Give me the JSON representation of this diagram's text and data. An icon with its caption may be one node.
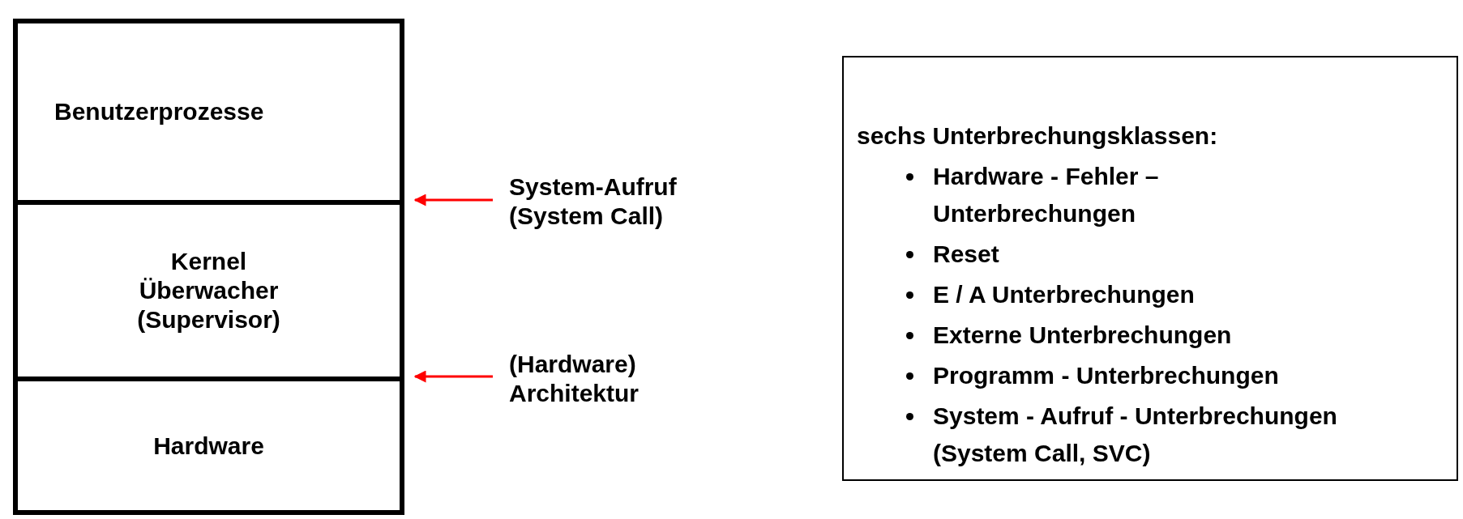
{
  "diagram": {
    "nodes": [
      {
        "text": [
          "Benutzerprozesse"
        ]
      },
      {
        "text": [
          "Kernel",
          "Überwacher",
          "(Supervisor)"
        ]
      },
      {
        "text": [
          "Hardware"
        ]
      },
      {
        "text": [
          "System-Aufruf (System Call)"
        ]
      },
      {
        "text": [
          "(Hardware) Architektur"
        ]
      },
      {
        "text": [
          "sechs Unterbrechungsklassen:",
          "Hardware - Fehler – Unterbrechungen",
          "Reset",
          "E / A Unterbrechungen",
          "Externe Unterbrechungen",
          "Programm - Unterbrechungen",
          "System - Aufruf - Unterbrechungen (System Call, SVC)"
        ]
      }
    ],
    "edges": [
      {
        "from": 3,
        "to": 1,
        "arrow": "to",
        "color": "#ff0000"
      },
      {
        "from": 4,
        "to": 2,
        "arrow": "to",
        "color": "#ff0000"
      }
    ]
  }
}
